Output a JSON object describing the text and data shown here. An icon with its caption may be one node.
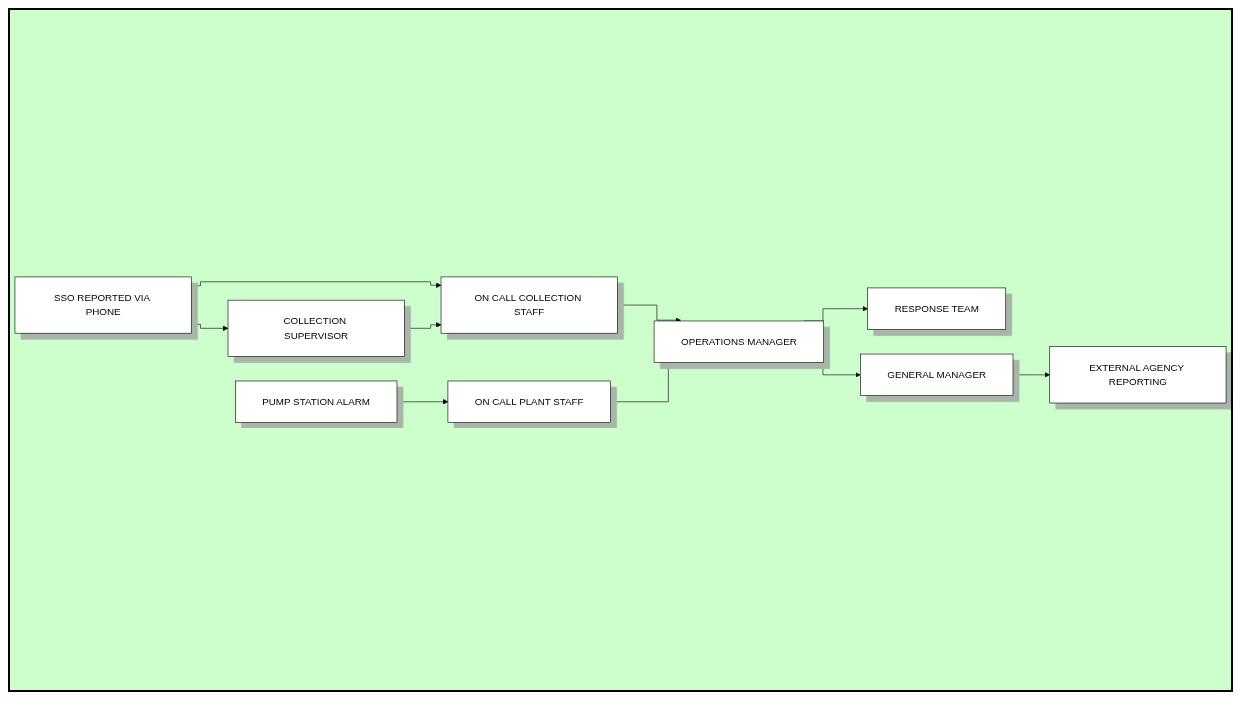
{
  "diagram": {
    "nodes": [
      {
        "text": [
          "SSO REPORTED VIA PHONE"
        ]
      },
      {
        "text": [
          "COLLECTION SUPERVISOR"
        ]
      },
      {
        "text": [
          "ON CALL COLLECTION STAFF"
        ]
      },
      {
        "text": [
          "PUMP STATION ALARM"
        ]
      },
      {
        "text": [
          "ON CALL PLANT STAFF"
        ]
      },
      {
        "text": [
          "OPERATIONS MANAGER"
        ]
      },
      {
        "text": [
          "RESPONSE TEAM"
        ]
      },
      {
        "text": [
          "GENERAL MANAGER"
        ]
      },
      {
        "text": [
          "EXTERNAL AGENCY REPORTING"
        ]
      }
    ],
    "edges": [
      {
        "from": 0,
        "to": 1,
        "arrow": "to"
      },
      {
        "from": 0,
        "to": 2,
        "arrow": "to"
      },
      {
        "from": 1,
        "to": 2,
        "arrow": "to"
      },
      {
        "from": 3,
        "to": 4,
        "arrow": "to"
      },
      {
        "from": 2,
        "to": 5,
        "arrow": "to"
      },
      {
        "from": 4,
        "to": 5,
        "arrow": "to"
      },
      {
        "from": 5,
        "to": 6,
        "arrow": "to"
      },
      {
        "from": 5,
        "to": 7,
        "arrow": "to"
      },
      {
        "from": 7,
        "to": 8,
        "arrow": "to"
      }
    ]
  }
}
